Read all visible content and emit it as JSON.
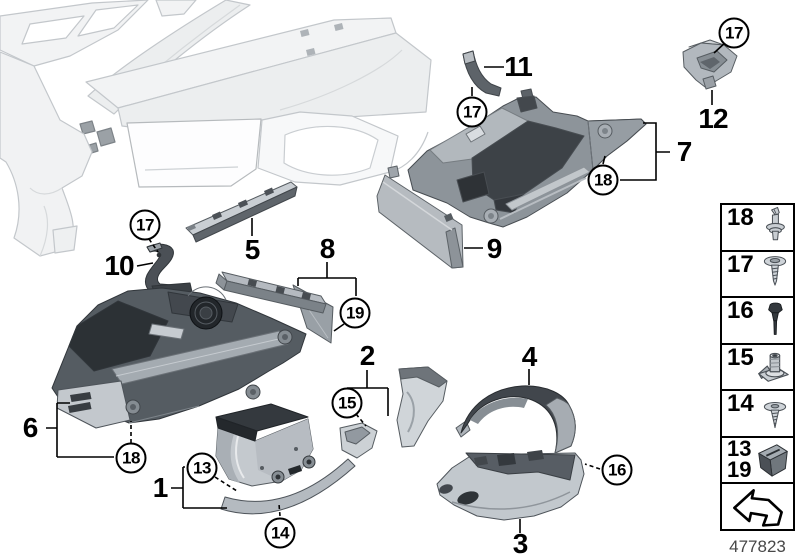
{
  "diagram": {
    "number": "477823"
  },
  "colors": {
    "background": "#ffffff",
    "line": "#000000",
    "part_dark": "#43484d",
    "part_mid": "#8d949a",
    "part_light": "#c6cbd0",
    "outline_light": "#c3c7cb"
  },
  "callouts": {
    "plain": [
      {
        "label": "1"
      },
      {
        "label": "2"
      },
      {
        "label": "3"
      },
      {
        "label": "4"
      },
      {
        "label": "5"
      },
      {
        "label": "6"
      },
      {
        "label": "7"
      },
      {
        "label": "8"
      },
      {
        "label": "9"
      },
      {
        "label": "10"
      },
      {
        "label": "11"
      },
      {
        "label": "12"
      }
    ],
    "circled": [
      {
        "label": "13"
      },
      {
        "label": "14"
      },
      {
        "label": "15"
      },
      {
        "label": "16"
      },
      {
        "label": "17"
      },
      {
        "label": "17"
      },
      {
        "label": "17"
      },
      {
        "label": "18"
      },
      {
        "label": "18"
      },
      {
        "label": "19"
      }
    ]
  },
  "legend": {
    "rows": [
      {
        "labels": [
          "18"
        ],
        "icon": "expanding-rivet-icon"
      },
      {
        "labels": [
          "17"
        ],
        "icon": "screw-icon"
      },
      {
        "labels": [
          "16"
        ],
        "icon": "plug-pin-icon"
      },
      {
        "labels": [
          "15"
        ],
        "icon": "clip-nut-icon"
      },
      {
        "labels": [
          "14"
        ],
        "icon": "push-rivet-icon"
      },
      {
        "labels": [
          "13",
          "19"
        ],
        "icon": "spring-clip-icon"
      },
      {
        "labels": [],
        "icon": "direction-arrow-icon"
      }
    ]
  }
}
